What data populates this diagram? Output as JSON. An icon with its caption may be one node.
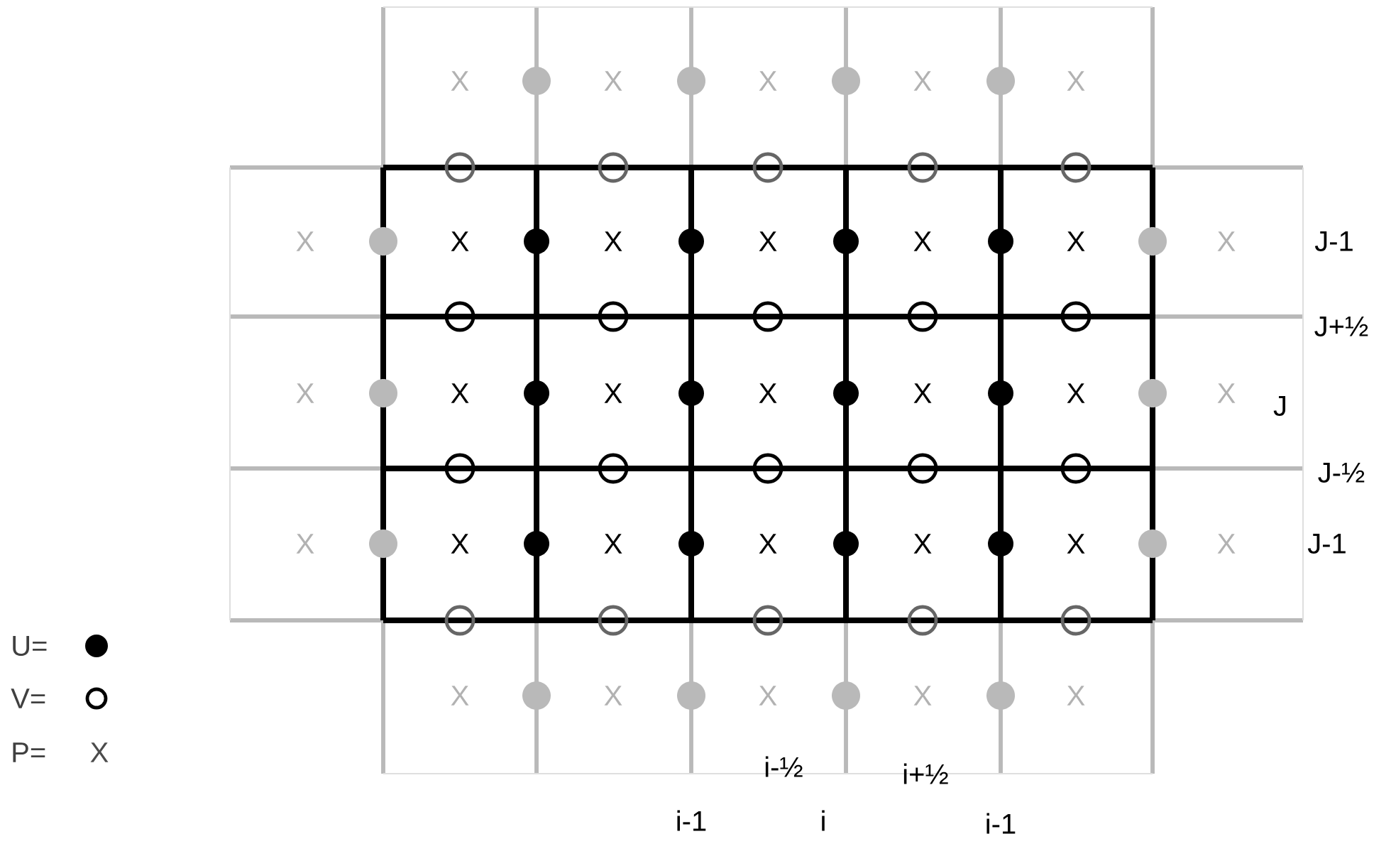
{
  "diagram": {
    "labels": [
      "X",
      "X",
      "X",
      "X",
      "X",
      "X",
      "X",
      "X",
      "X",
      "X",
      "X",
      "X",
      "J-1",
      "J+½",
      "X",
      "X",
      "X",
      "X",
      "X",
      "X",
      "X",
      "J",
      "J-½",
      "X",
      "X",
      "X",
      "X",
      "X",
      "X",
      "X",
      "J-1",
      "X",
      "X",
      "X",
      "X",
      "X",
      "i-½",
      "i+½",
      "i-1",
      "i",
      "i-1",
      "X"
    ],
    "legend": [
      {
        "text": "U="
      },
      {
        "text": "V="
      },
      {
        "text": "P="
      }
    ]
  }
}
